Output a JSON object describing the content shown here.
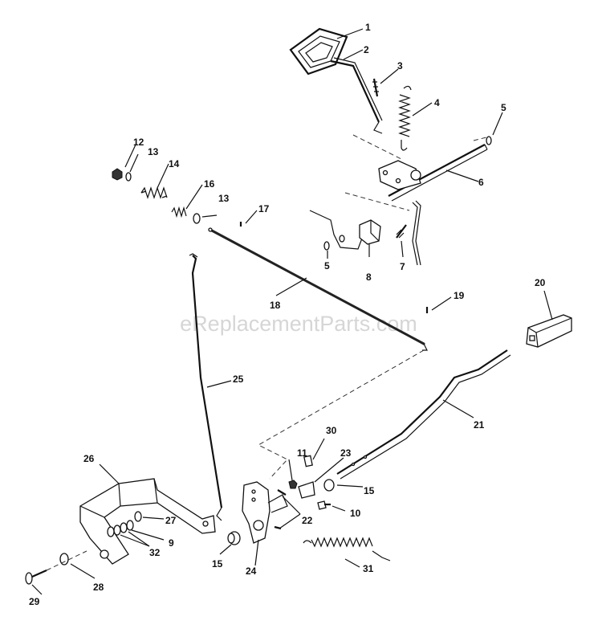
{
  "watermark": "eReplacementParts.com",
  "callouts": [
    {
      "id": "c1",
      "label": "1"
    },
    {
      "id": "c2",
      "label": "2"
    },
    {
      "id": "c3",
      "label": "3"
    },
    {
      "id": "c4",
      "label": "4"
    },
    {
      "id": "c5a",
      "label": "5"
    },
    {
      "id": "c6",
      "label": "6"
    },
    {
      "id": "c12",
      "label": "12"
    },
    {
      "id": "c13a",
      "label": "13"
    },
    {
      "id": "c14",
      "label": "14"
    },
    {
      "id": "c16",
      "label": "16"
    },
    {
      "id": "c13b",
      "label": "13"
    },
    {
      "id": "c17",
      "label": "17"
    },
    {
      "id": "c5b",
      "label": "5"
    },
    {
      "id": "c8",
      "label": "8"
    },
    {
      "id": "c7",
      "label": "7"
    },
    {
      "id": "c18",
      "label": "18"
    },
    {
      "id": "c19",
      "label": "19"
    },
    {
      "id": "c20",
      "label": "20"
    },
    {
      "id": "c25",
      "label": "25"
    },
    {
      "id": "c21",
      "label": "21"
    },
    {
      "id": "c30",
      "label": "30"
    },
    {
      "id": "c11",
      "label": "11"
    },
    {
      "id": "c23",
      "label": "23"
    },
    {
      "id": "c15a",
      "label": "15"
    },
    {
      "id": "c10",
      "label": "10"
    },
    {
      "id": "c26",
      "label": "26"
    },
    {
      "id": "c27",
      "label": "27"
    },
    {
      "id": "c9",
      "label": "9"
    },
    {
      "id": "c32",
      "label": "32"
    },
    {
      "id": "c22",
      "label": "22"
    },
    {
      "id": "c15b",
      "label": "15"
    },
    {
      "id": "c24",
      "label": "24"
    },
    {
      "id": "c31",
      "label": "31"
    },
    {
      "id": "c28",
      "label": "28"
    },
    {
      "id": "c29",
      "label": "29"
    }
  ]
}
